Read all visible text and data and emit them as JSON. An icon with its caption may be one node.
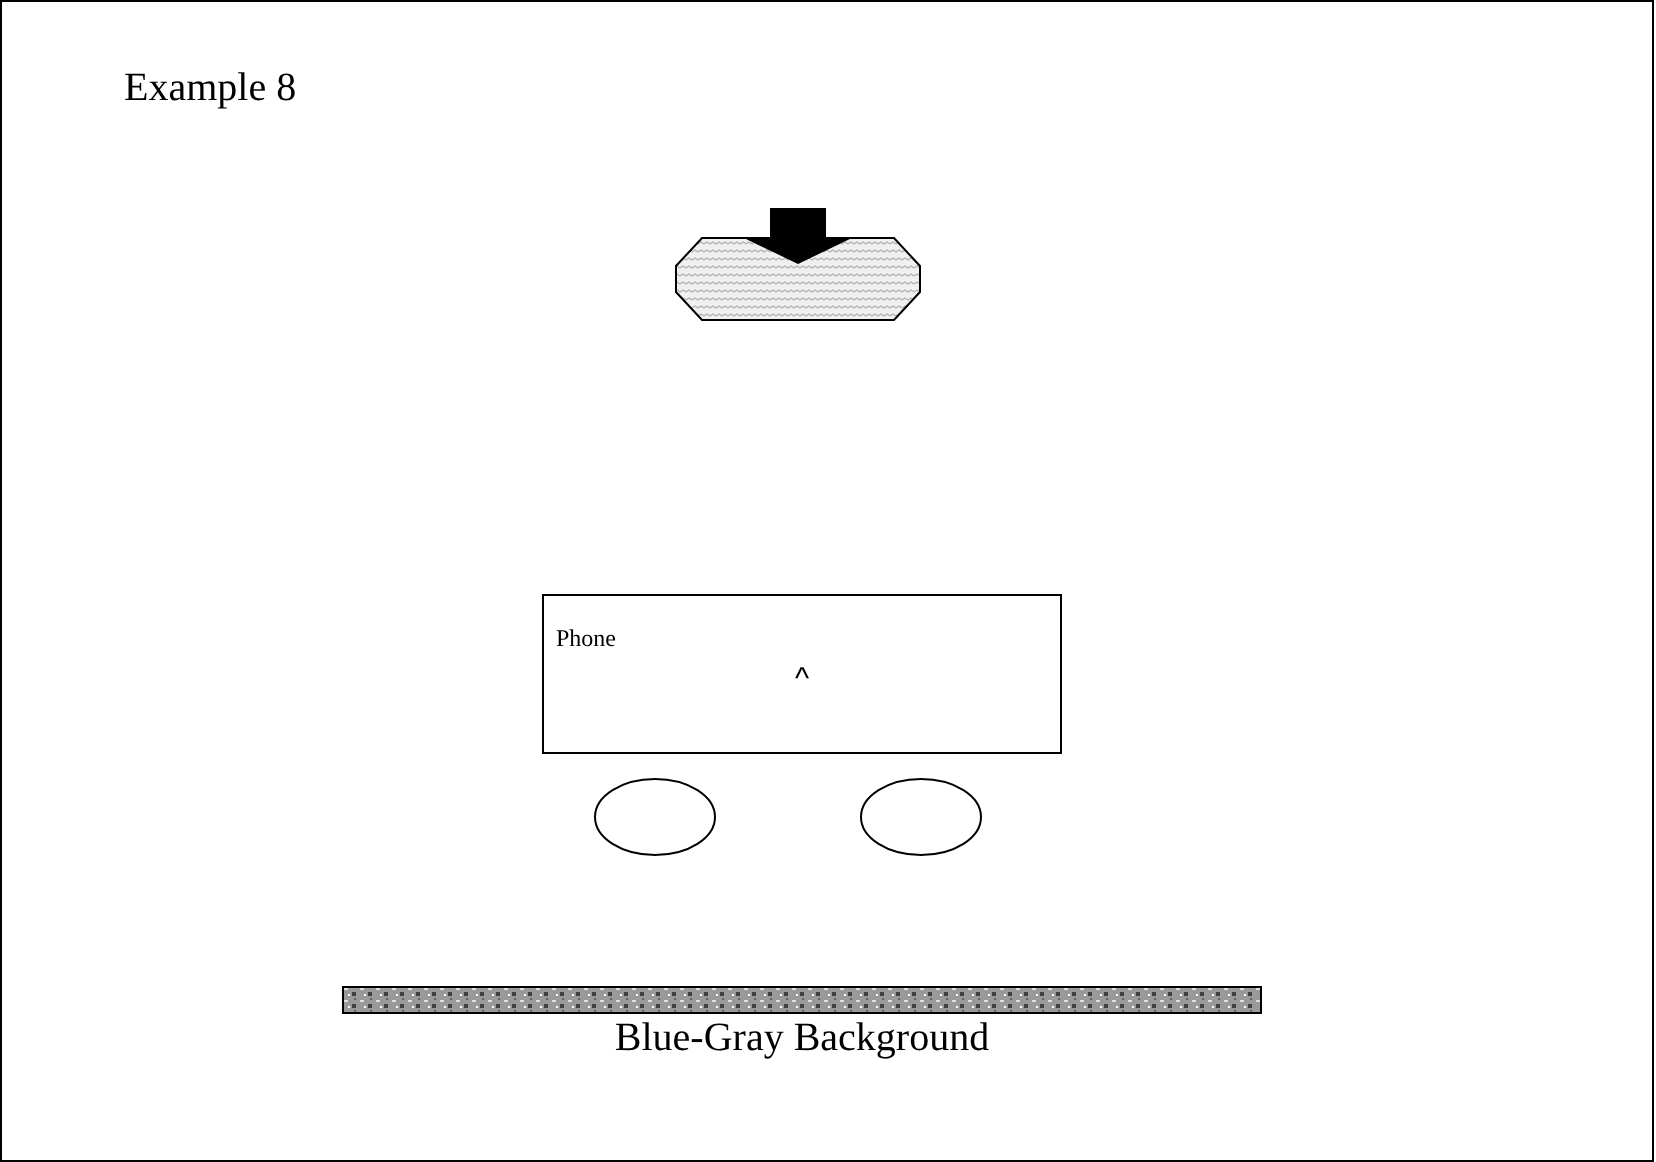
{
  "diagram": {
    "title": "Example 8",
    "nodes": [
      {
        "text": [],
        "shape": "octagon"
      },
      {
        "text": [
          "Phone",
          "^"
        ]
      },
      {
        "text": [],
        "shape": "ellipse"
      },
      {
        "text": [],
        "shape": "ellipse"
      },
      {
        "text": [],
        "shape": "bar",
        "beside": [
          "Blue-Gray Background"
        ]
      }
    ],
    "edges": []
  }
}
